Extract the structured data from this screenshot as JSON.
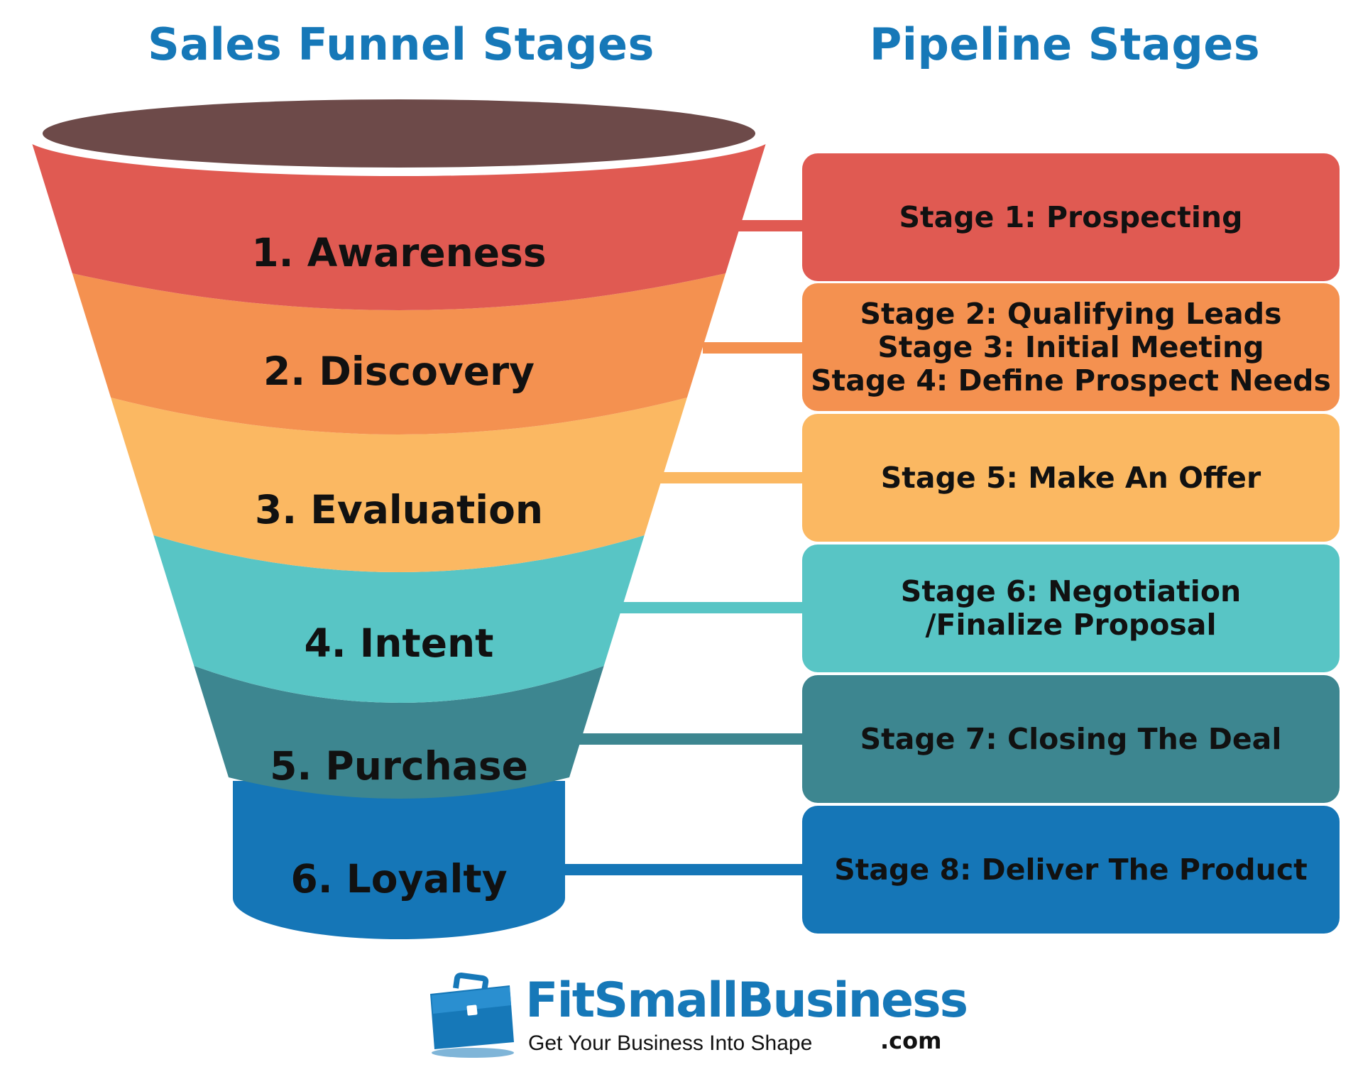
{
  "headings": {
    "funnel_title": "Sales Funnel Stages",
    "pipeline_title": "Pipeline Stages"
  },
  "funnel_stages": [
    {
      "label": "1. Awareness",
      "color": "#e05a52"
    },
    {
      "label": "2. Discovery",
      "color": "#f49150"
    },
    {
      "label": "3. Evaluation",
      "color": "#fbb862"
    },
    {
      "label": "4. Intent",
      "color": "#58c5c5"
    },
    {
      "label": "5. Purchase",
      "color": "#3d8690"
    },
    {
      "label": "6. Loyalty",
      "color": "#1576b7"
    }
  ],
  "funnel_top_color": "#6d4a49",
  "pipeline_stages": [
    {
      "lines": [
        "Stage 1: Prospecting"
      ],
      "color": "#e05a52"
    },
    {
      "lines": [
        "Stage 2: Qualifying Leads",
        "Stage 3: Initial Meeting",
        "Stage 4: Define Prospect Needs"
      ],
      "color": "#f49150"
    },
    {
      "lines": [
        "Stage 5: Make An Offer"
      ],
      "color": "#fbb862"
    },
    {
      "lines": [
        "Stage 6: Negotiation",
        "/Finalize Proposal"
      ],
      "color": "#58c5c5"
    },
    {
      "lines": [
        "Stage 7: Closing The Deal"
      ],
      "color": "#3d8690"
    },
    {
      "lines": [
        "Stage 8: Deliver The Product"
      ],
      "color": "#1576b7"
    }
  ],
  "brand": {
    "name": "FitSmallBusiness",
    "tagline": "Get Your Business Into Shape",
    "tld": ".com",
    "color": "#1678b8",
    "logo_icon": "briefcase-icon"
  }
}
